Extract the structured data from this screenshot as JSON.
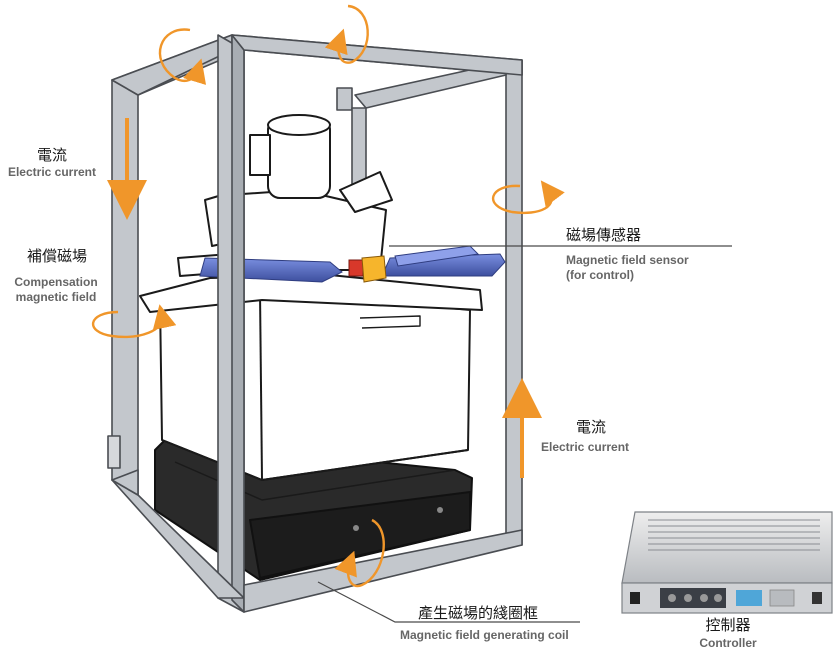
{
  "labels": {
    "current_left_zh": "電流",
    "current_left_en": "Electric current",
    "compensation_zh": "補償磁場",
    "compensation_en_1": "Compensation",
    "compensation_en_2": "magnetic field",
    "sensor_zh": "磁場傳感器",
    "sensor_en_1": "Magnetic field sensor",
    "sensor_en_2": "(for control)",
    "current_right_zh": "電流",
    "current_right_en": "Electric current",
    "coil_zh": "產生磁場的綫圈框",
    "coil_en": "Magnetic field generating coil",
    "controller_zh": "控制器",
    "controller_en": "Controller"
  },
  "colors": {
    "frame": "#c3c7cc",
    "frame_edge": "#4a4d52",
    "arrow": "#f0962a",
    "sensor_bar": "#5b6fc2",
    "sensor_core": "#f6b52c",
    "sensor_red": "#d8382a"
  }
}
